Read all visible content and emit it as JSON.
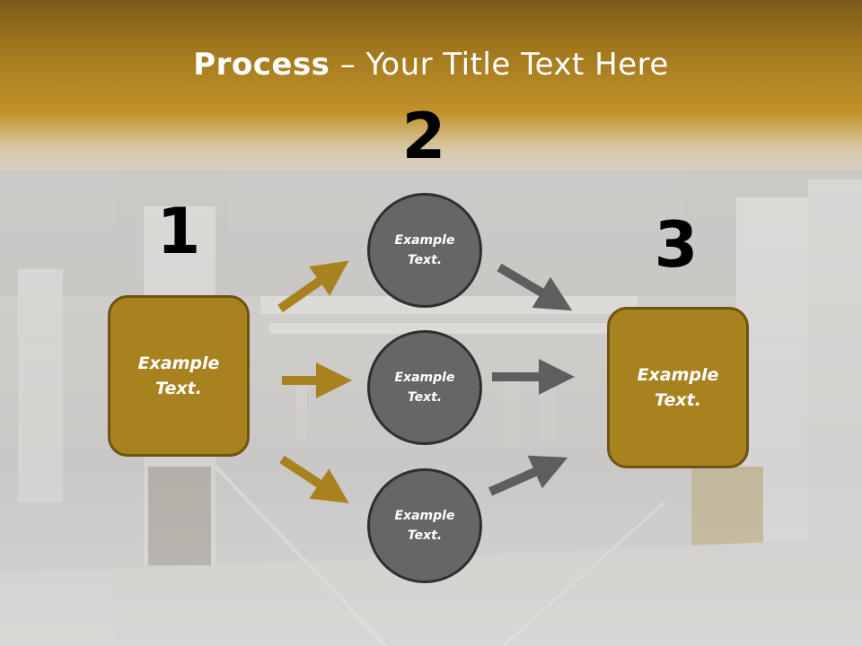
{
  "slide": {
    "title_bold": "Process",
    "title_rest": " – Your Title Text Here"
  },
  "steps": [
    {
      "number": "1"
    },
    {
      "number": "2"
    },
    {
      "number": "3"
    }
  ],
  "boxes": [
    {
      "text": "Example\nText."
    },
    {
      "text": "Example\nText."
    }
  ],
  "circles": [
    {
      "text": "Example\nText."
    },
    {
      "text": "Example\nText."
    },
    {
      "text": "Example\nText."
    }
  ],
  "colors": {
    "gold": "#a8821f",
    "gold_border": "#6e5313",
    "gray": "#666666",
    "gray_border": "#2f2f2f"
  }
}
